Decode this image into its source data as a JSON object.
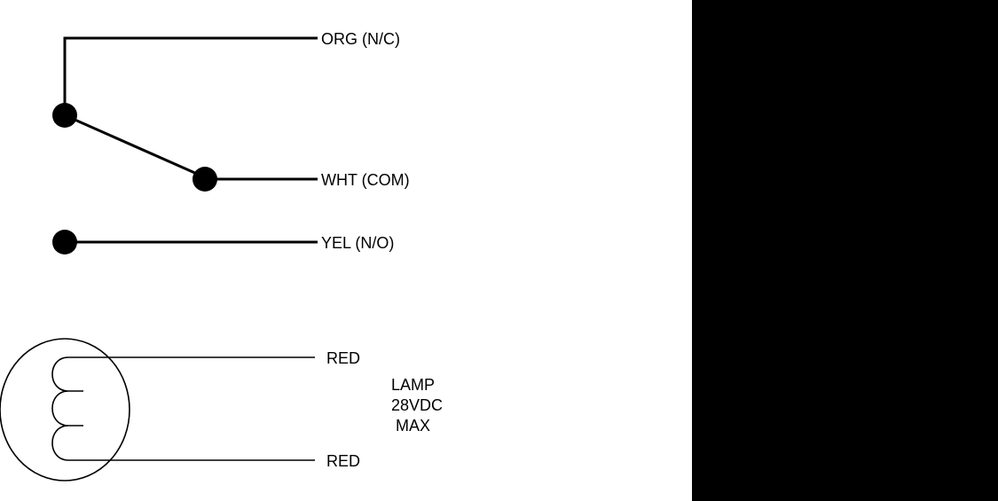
{
  "switch": {
    "nc_label": "ORG  (N/C)",
    "com_label": "WHT (COM)",
    "no_label": "YEL (N/O)"
  },
  "lamp": {
    "wire_top_label": "RED",
    "wire_bottom_label": "RED",
    "spec_line1": "LAMP",
    "spec_line2": "28VDC",
    "spec_line3": "MAX"
  },
  "colors": {
    "line": "#000000",
    "background": "#ffffff",
    "panel": "#000000"
  }
}
